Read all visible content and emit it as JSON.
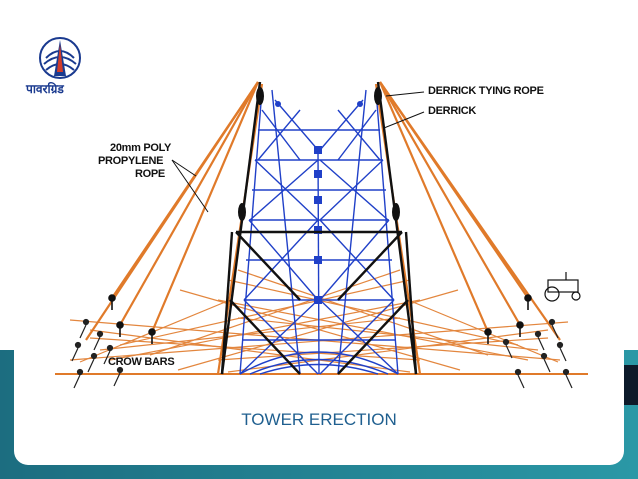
{
  "logo": {
    "text": "पावरग्रिड",
    "icon": "powergrid-logo-icon"
  },
  "labels": {
    "derrick_tying_rope": "DERRICK TYING ROPE",
    "derrick": "DERRICK",
    "poly_rope_line1": "20mm POLY",
    "poly_rope_line2": "PROPYLENE",
    "poly_rope_line3": "ROPE",
    "crow_bars": "CROW BARS"
  },
  "caption": "TOWER ERECTION",
  "colors": {
    "background_teal": "#1f7f8f",
    "rope_orange": "#e07a2a",
    "tower_blue": "#2040c8",
    "caption_blue": "#1f5f8f"
  }
}
